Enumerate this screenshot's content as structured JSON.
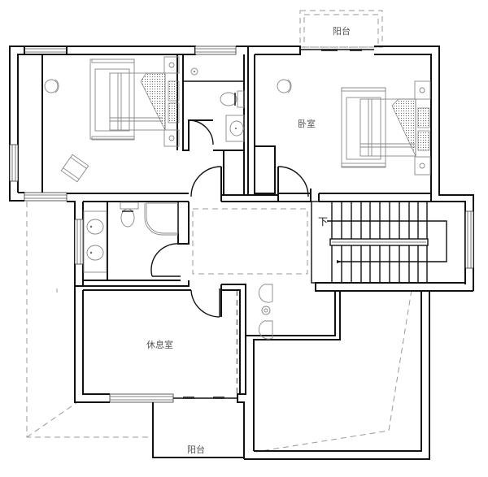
{
  "plan": {
    "type": "residential floor plan (upper floor)",
    "rooms": [
      {
        "id": "balcony-top",
        "label": "阳台"
      },
      {
        "id": "bedroom-right",
        "label": "卧室"
      },
      {
        "id": "bedroom-left",
        "label": ""
      },
      {
        "id": "bathroom-top",
        "label": ""
      },
      {
        "id": "bathroom-left",
        "label": ""
      },
      {
        "id": "lounge",
        "label": "休息室"
      },
      {
        "id": "balcony-bottom",
        "label": "阳台"
      },
      {
        "id": "stairwell",
        "label": "下"
      },
      {
        "id": "hall",
        "label": ""
      },
      {
        "id": "terrace",
        "label": ""
      }
    ],
    "stair_direction_label": "下",
    "colors": {
      "wall": "#111111",
      "fixture": "#888888",
      "dashed": "#999999",
      "background": "#ffffff"
    }
  }
}
